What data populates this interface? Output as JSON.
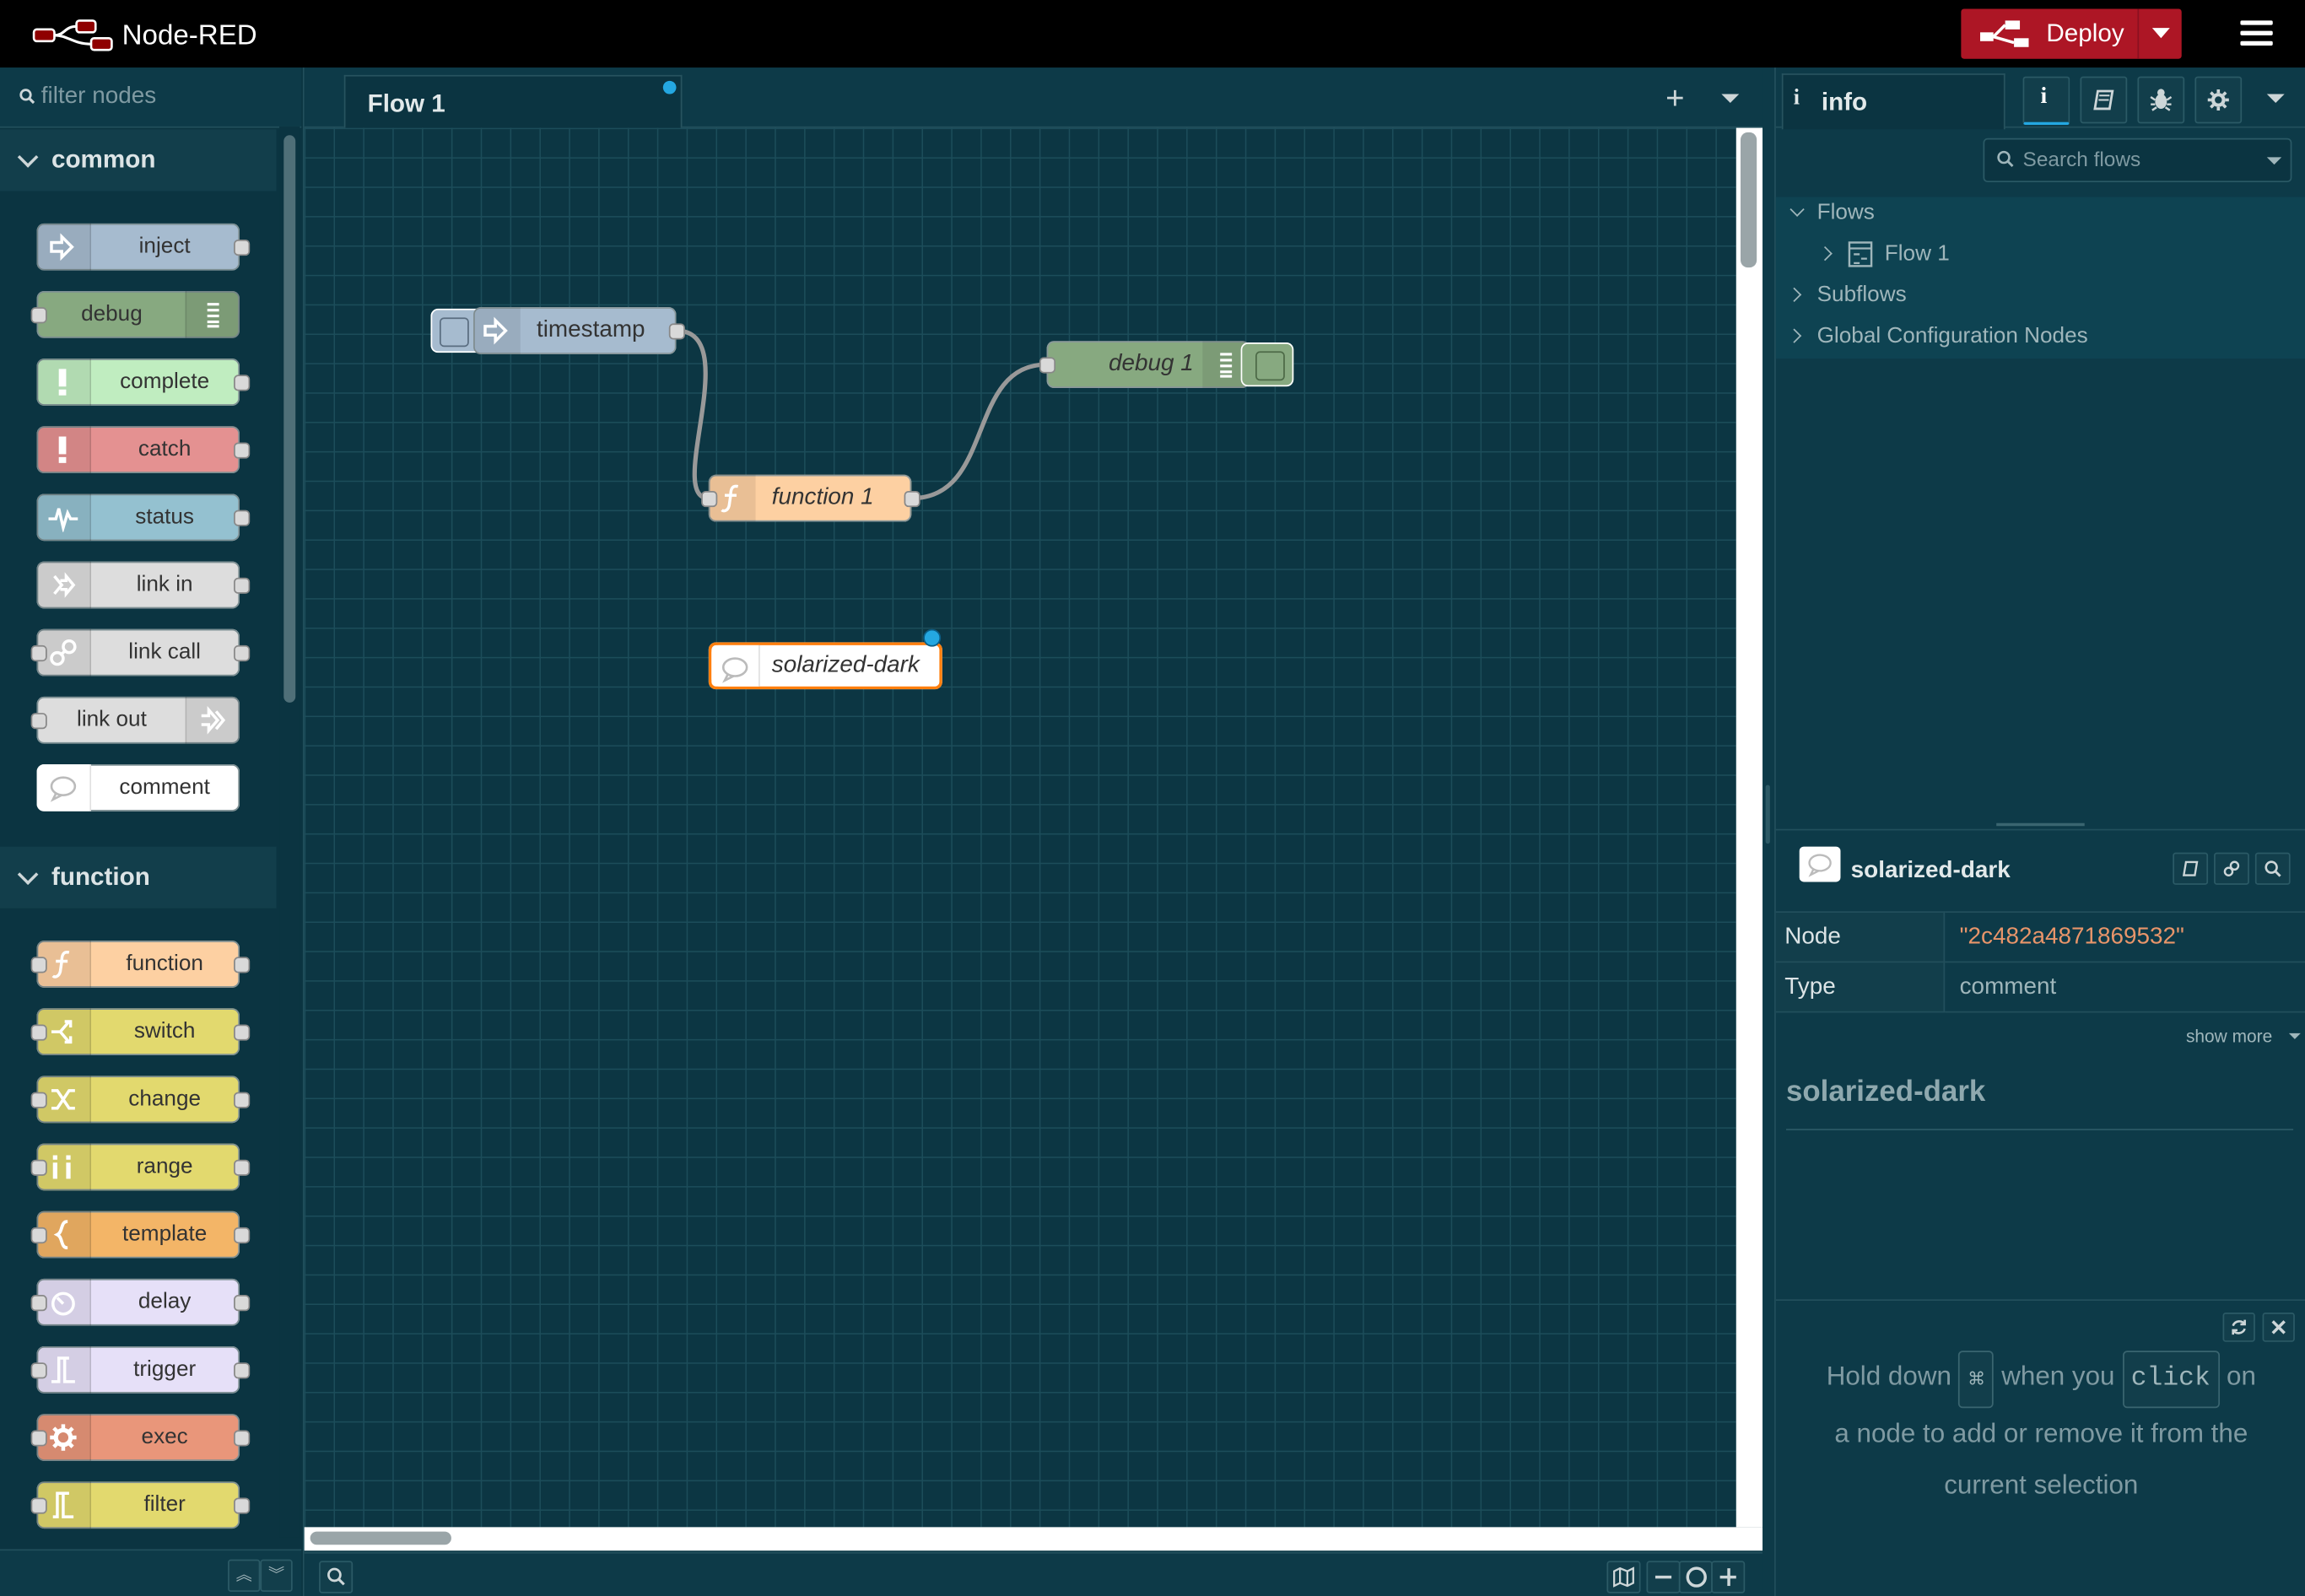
{
  "header": {
    "app_title": "Node-RED",
    "deploy_label": "Deploy",
    "brand_color": "#ad1625"
  },
  "palette": {
    "filter_placeholder": "filter nodes",
    "categories": [
      {
        "label": "common",
        "nodes": [
          {
            "label": "inject",
            "color": "#a6bbcf",
            "icon": "inject-arrow-icon"
          },
          {
            "label": "debug",
            "color": "#87a980",
            "icon": "debug-list-icon"
          },
          {
            "label": "complete",
            "color": "#c0edc0",
            "icon": "exclamation-icon"
          },
          {
            "label": "catch",
            "color": "#e49191",
            "icon": "exclamation-icon"
          },
          {
            "label": "status",
            "color": "#94c1d0",
            "icon": "pulse-icon"
          },
          {
            "label": "link in",
            "color": "#dddddd",
            "icon": "link-in-icon"
          },
          {
            "label": "link call",
            "color": "#dddddd",
            "icon": "link-call-icon"
          },
          {
            "label": "link out",
            "color": "#dddddd",
            "icon": "link-out-icon"
          },
          {
            "label": "comment",
            "color": "#ffffff",
            "icon": "comment-bubble-icon"
          }
        ]
      },
      {
        "label": "function",
        "nodes": [
          {
            "label": "function",
            "color": "#fdd0a2",
            "icon": "function-f-icon"
          },
          {
            "label": "switch",
            "color": "#e2d96e",
            "icon": "switch-icon"
          },
          {
            "label": "change",
            "color": "#e2d96e",
            "icon": "shuffle-icon"
          },
          {
            "label": "range",
            "color": "#e2d96e",
            "icon": "range-icon"
          },
          {
            "label": "template",
            "color": "#f3b567",
            "icon": "curly-brace-icon"
          },
          {
            "label": "delay",
            "color": "#e6e0f8",
            "icon": "timer-icon"
          },
          {
            "label": "trigger",
            "color": "#e6e0f8",
            "icon": "trigger-pulse-icon"
          },
          {
            "label": "exec",
            "color": "#e9967a",
            "icon": "gear-icon"
          },
          {
            "label": "filter",
            "color": "#e2d96e",
            "icon": "filter-icon"
          }
        ]
      }
    ]
  },
  "workspace": {
    "tabs": [
      {
        "label": "Flow 1",
        "changed": true
      }
    ],
    "nodes": [
      {
        "id": "timestamp",
        "label": "timestamp",
        "color": "#a6bbcf"
      },
      {
        "id": "function1",
        "label": "function 1",
        "color": "#fdd0a2"
      },
      {
        "id": "debug1",
        "label": "debug 1",
        "color": "#87a980"
      },
      {
        "id": "comment",
        "label": "solarized-dark",
        "color": "#ffffff",
        "selected": true
      }
    ]
  },
  "sidebar": {
    "active_tab": "info",
    "search_placeholder": "Search flows",
    "tree": {
      "flows_label": "Flows",
      "flow_item": "Flow 1",
      "subflows_label": "Subflows",
      "global_config_label": "Global Configuration Nodes"
    },
    "selection": {
      "title": "solarized-dark",
      "props": [
        {
          "key": "Node",
          "value": "\"2c482a4871869532\""
        },
        {
          "key": "Type",
          "value": "comment"
        }
      ],
      "show_more": "show more",
      "description_title": "solarized-dark"
    },
    "help": {
      "line1_a": "Hold down",
      "key_cmd": "⌘",
      "line1_b": "when you",
      "key_click": "click",
      "line1_c": "on",
      "line2": "a node to add or remove it from the",
      "line3": "current selection"
    }
  }
}
